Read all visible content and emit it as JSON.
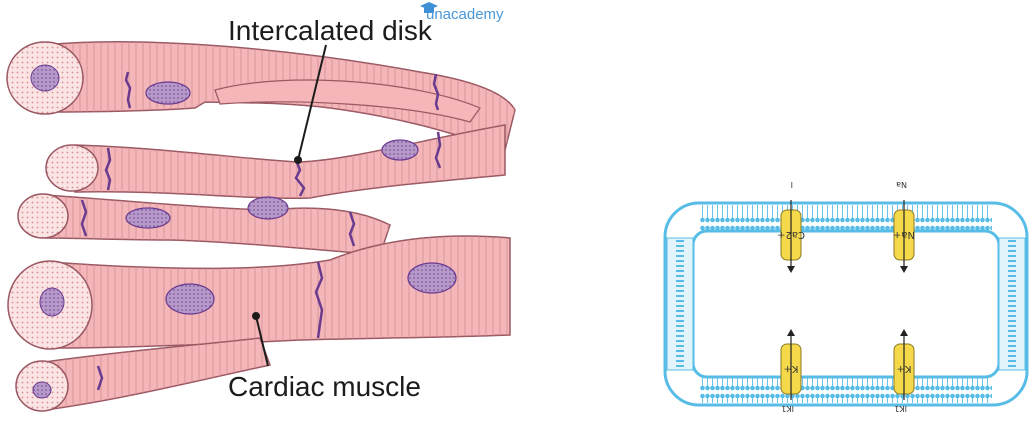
{
  "watermark": {
    "logo_text": "unacademy",
    "logo_icon": "graduation-cap-icon"
  },
  "left_figure": {
    "label_intercalated": "Intercalated disk",
    "label_cardiac": "Cardiac muscle"
  },
  "right_figure": {
    "channels": [
      {
        "ion": "Ca2+",
        "top_tick": "I",
        "bottom_tick": ""
      },
      {
        "ion": "Na+",
        "top_tick": "Na",
        "bottom_tick": ""
      },
      {
        "ion": "K+",
        "top_tick": "",
        "bottom_tick": "IK1"
      },
      {
        "ion": "K+",
        "top_tick": "",
        "bottom_tick": "IK1"
      }
    ]
  },
  "colors": {
    "muscle_fill": "#f4b6b8",
    "muscle_stroke": "#9a5862",
    "disc": "#6a3a8e",
    "nucleus": "#b699c9",
    "membrane": "#57bde6",
    "channel": "#f6d94a"
  }
}
